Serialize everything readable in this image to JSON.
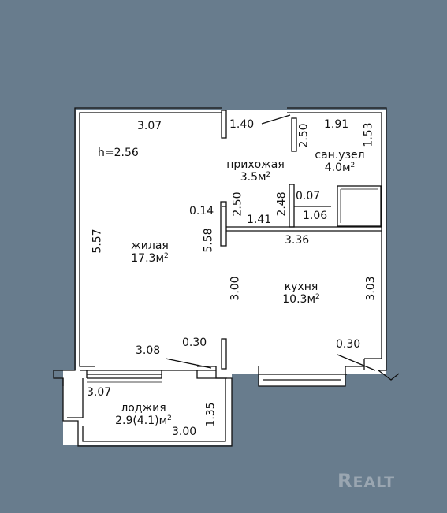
{
  "ceiling_height": "h=2.56",
  "rooms": {
    "living": {
      "name": "жилая",
      "area": "17.3м",
      "sup": "2"
    },
    "hall": {
      "name": "прихожая",
      "area": "3.5м",
      "sup": "2"
    },
    "bath": {
      "name": "сан.узел",
      "area": "4.0м",
      "sup": "2"
    },
    "kitchen": {
      "name": "кухня",
      "area": "10.3м",
      "sup": "2"
    },
    "loggia": {
      "name": "лоджия",
      "area": "2.9(4.1)м",
      "sup": "2"
    }
  },
  "dimensions": {
    "living_top": "3.07",
    "door_top": "1.40",
    "bath_left": "2.50",
    "bath_top": "1.91",
    "bath_right": "1.53",
    "hall_wall_a": "2.50",
    "hall_wall_b": "2.48",
    "partition_thickness": "0.07",
    "bath_bottom": "1.06",
    "wall_thickness_left": "0.14",
    "hall_bottom": "1.41",
    "living_left": "5.57",
    "living_right": "5.58",
    "kitchen_width": "3.36",
    "kitchen_left": "3.00",
    "kitchen_right": "3.03",
    "living_bottom": "3.08",
    "wall_living_bottom": "0.30",
    "wall_kitchen_bottom": "0.30",
    "loggia_top": "3.07",
    "loggia_right": "1.35",
    "loggia_bottom": "3.00"
  },
  "logo": {
    "main": "REALT",
    "first": "R",
    "rest": "EALT"
  },
  "colors": {
    "background": "#687c8d",
    "plan": "#ffffff",
    "line": "#111111"
  }
}
